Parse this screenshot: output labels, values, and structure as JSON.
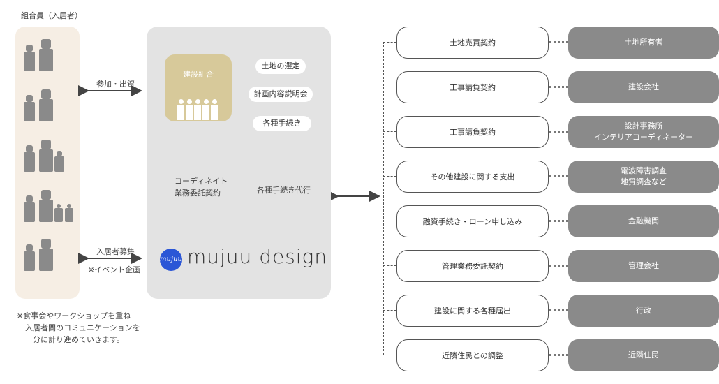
{
  "members": {
    "title": "組合員（入居者）"
  },
  "left_links": {
    "top_label": "参加・出資",
    "bottom_label": "入居者募集",
    "bottom_sublabel": "※イベント企画"
  },
  "footnote": {
    "line1": "※食事会やワークショップを重ね",
    "line2": "入居者間のコミュニケーションを",
    "line3": "十分に計り進めていきます。"
  },
  "center": {
    "union_title": "建設組合",
    "tasks": [
      "土地の選定",
      "計画内容説明会",
      "各種手続き"
    ],
    "left_arrow_label_1": "コーディネイト",
    "left_arrow_label_2": "業務委託契約",
    "right_arrow_label": "各種手続き代行",
    "logo_mark": "mujuu",
    "logo_text": "mujuu design"
  },
  "contracts": [
    {
      "contract": "土地売買契約",
      "party": [
        "土地所有者"
      ]
    },
    {
      "contract": "工事請負契約",
      "party": [
        "建設会社"
      ]
    },
    {
      "contract": "工事請負契約",
      "party": [
        "設計事務所",
        "インテリアコーディネーター"
      ]
    },
    {
      "contract": "その他建設に関する支出",
      "party": [
        "電波障害調査",
        "地質調査など"
      ]
    },
    {
      "contract": "融資手続き・ローン申し込み",
      "party": [
        "金融機関"
      ]
    },
    {
      "contract": "管理業務委託契約",
      "party": [
        "管理会社"
      ]
    },
    {
      "contract": "建設に関する各種届出",
      "party": [
        "行政"
      ]
    },
    {
      "contract": "近隣住民との調整",
      "party": [
        "近隣住民"
      ]
    }
  ],
  "colors": {
    "member_panel": "#f6eee4",
    "center_panel": "#e3e3e3",
    "union_box": "#d7c99a",
    "party_box": "#8a8a8a",
    "logo": "#2b56d6"
  }
}
